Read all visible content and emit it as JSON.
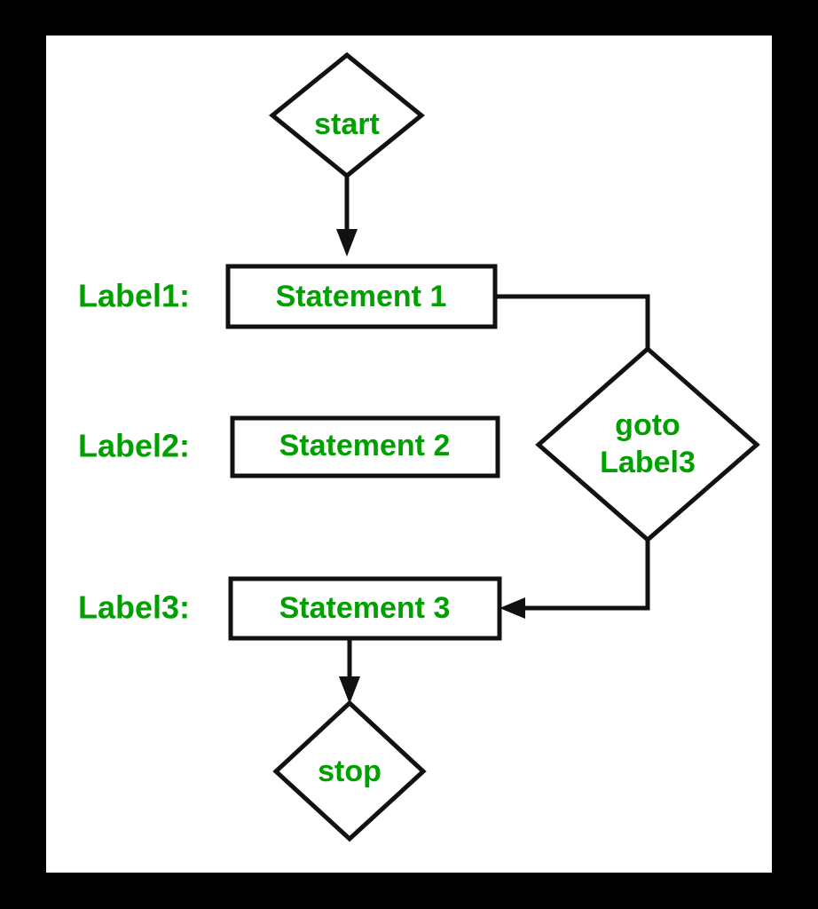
{
  "figure": {
    "kind": "flowchart",
    "description": "goto statement control flow",
    "frame_color": "#000000",
    "canvas_color": "#ffffff",
    "stroke_color": "#111111",
    "text_color": "#00a000"
  },
  "nodes": {
    "start": {
      "label": "start",
      "shape": "diamond"
    },
    "statement1": {
      "label": "Statement 1",
      "shape": "rect"
    },
    "statement2": {
      "label": "Statement 2",
      "shape": "rect"
    },
    "statement3": {
      "label": "Statement 3",
      "shape": "rect"
    },
    "goto": {
      "label_line1": "goto",
      "label_line2": "Label3",
      "shape": "diamond"
    },
    "stop": {
      "label": "stop",
      "shape": "diamond"
    }
  },
  "labels": {
    "label1": "Label1:",
    "label2": "Label2:",
    "label3": "Label3:"
  },
  "edges": [
    {
      "name": "start-to-statement1",
      "from": "start",
      "to": "statement1",
      "arrow": true
    },
    {
      "name": "statement1-to-goto",
      "from": "statement1",
      "to": "goto",
      "arrow": false
    },
    {
      "name": "goto-to-statement3",
      "from": "goto",
      "to": "statement3",
      "arrow": true
    },
    {
      "name": "statement3-to-stop",
      "from": "statement3",
      "to": "stop",
      "arrow": true
    }
  ]
}
